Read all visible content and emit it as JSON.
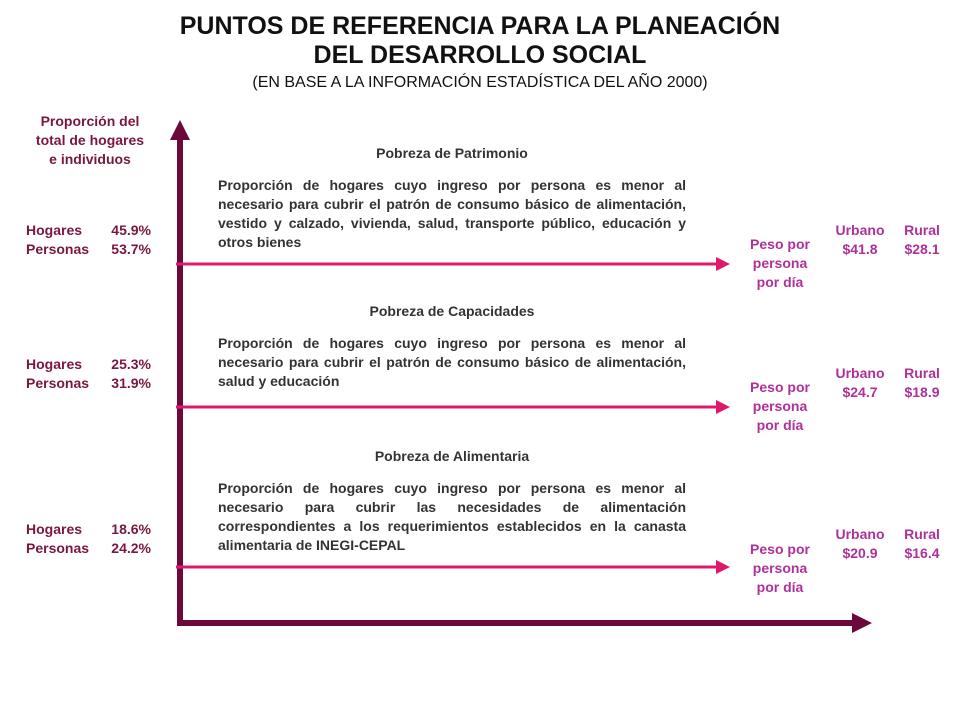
{
  "header": {
    "title_line1": "PUNTOS DE REFERENCIA PARA LA PLANEACIÓN",
    "title_line2": "DEL DESARROLLO SOCIAL",
    "subtitle": "(EN BASE A LA INFORMACIÓN ESTADÍSTICA DEL AÑO 2000)"
  },
  "axis_label": {
    "line1": "Proporción del",
    "line2": "total de hogares",
    "line3": "e individuos"
  },
  "colors": {
    "axis": "#6b0a3a",
    "level_arrow": "#e0186c",
    "label_text": "#7a1640",
    "price_text": "#b0309a"
  },
  "levels": [
    {
      "title": "Pobreza de Patrimonio",
      "description": "Proporción de hogares cuyo ingreso por persona es menor al necesario para cubrir el patrón de consumo básico de alimentación, vestido y calzado, vivienda, salud, transporte público, educación y otros bienes",
      "hogares_label": "Hogares",
      "hogares_value": "45.9%",
      "personas_label": "Personas",
      "personas_value": "53.7%",
      "ppd_line1": "Peso por",
      "ppd_line2": "persona",
      "ppd_line3": "por día",
      "urbano_label": "Urbano",
      "urbano_value": "$41.8",
      "rural_label": "Rural",
      "rural_value": "$28.1"
    },
    {
      "title": "Pobreza de Capacidades",
      "description": "Proporción de hogares cuyo ingreso por persona es menor al necesario para cubrir el patrón de consumo básico de alimentación, salud y educación",
      "hogares_label": "Hogares",
      "hogares_value": "25.3%",
      "personas_label": "Personas",
      "personas_value": "31.9%",
      "ppd_line1": "Peso por",
      "ppd_line2": "persona",
      "ppd_line3": "por día",
      "urbano_label": "Urbano",
      "urbano_value": "$24.7",
      "rural_label": "Rural",
      "rural_value": "$18.9"
    },
    {
      "title": "Pobreza de Alimentaria",
      "description": "Proporción de hogares cuyo ingreso por persona es menor al necesario para cubrir las necesidades de alimentación correspondientes a los requerimientos establecidos en la canasta alimentaria de INEGI-CEPAL",
      "hogares_label": "Hogares",
      "hogares_value": "18.6%",
      "personas_label": "Personas",
      "personas_value": "24.2%",
      "ppd_line1": "Peso por",
      "ppd_line2": "persona",
      "ppd_line3": "por día",
      "urbano_label": "Urbano",
      "urbano_value": "$20.9",
      "rural_label": "Rural",
      "rural_value": "$16.4"
    }
  ]
}
